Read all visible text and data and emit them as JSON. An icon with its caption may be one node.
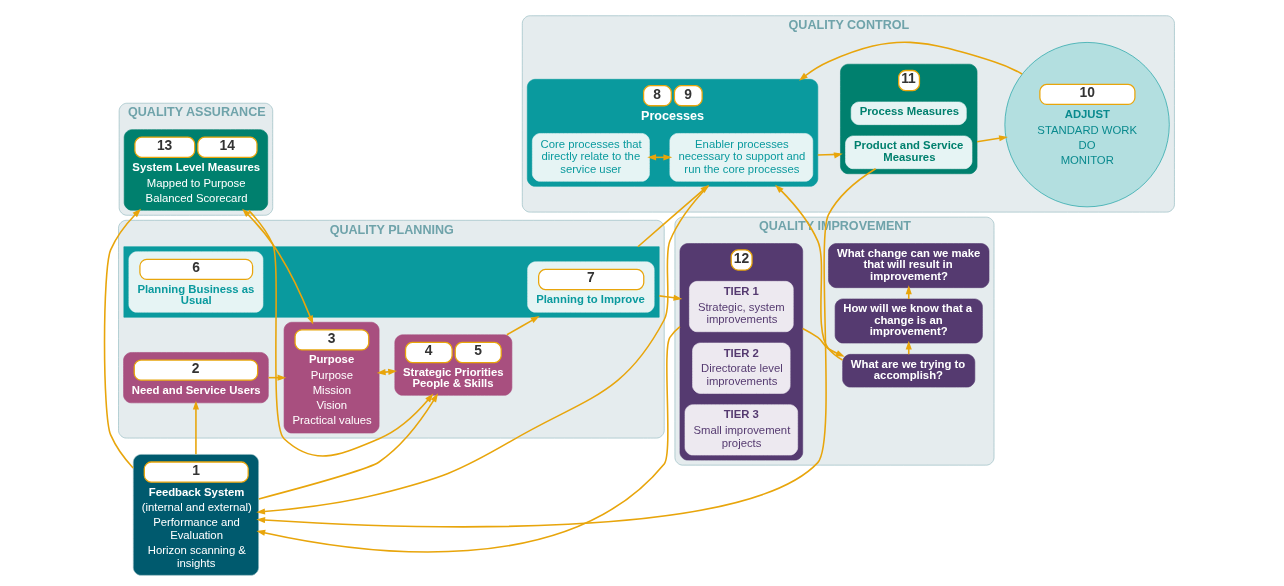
{
  "diagram": {
    "nodes": [
      {
        "text": [
          "QUALITY ASSURANCE"
        ]
      },
      {
        "text": [
          "13",
          "14",
          "System Level Measures",
          "Mapped to Purpose",
          "Balanced Scorecard"
        ],
        "in": 0
      },
      {
        "text": [
          "QUALITY PLANNING"
        ]
      },
      {
        "text": [
          "2",
          "Need and Service Users"
        ],
        "in": 2
      },
      {
        "text": [
          "3",
          "Purpose",
          "Purpose",
          "Mission",
          "Vision",
          "Practical values"
        ],
        "in": 2
      },
      {
        "text": [
          "4",
          "5",
          "Strategic Priorities People & Skills"
        ],
        "in": 2
      },
      {
        "text": [],
        "shape": "box",
        "in": 2
      },
      {
        "text": [
          "6",
          "Planning Business as Usual"
        ],
        "in": 6
      },
      {
        "text": [
          "7",
          "Planning to Improve"
        ],
        "in": 6
      },
      {
        "text": [
          "1",
          "Feedback System",
          "(internal and external)",
          "Performance and Evaluation",
          "Horizon scanning & insights"
        ]
      },
      {
        "text": [
          "QUALITY CONTROL"
        ]
      },
      {
        "text": [
          "8",
          "9",
          "Processes"
        ],
        "in": 10
      },
      {
        "text": [
          "Core processes that directly relate to the service user"
        ],
        "in": 11
      },
      {
        "text": [
          "Enabler processes necessary to support and run the core processes"
        ],
        "in": 11
      },
      {
        "text": [
          "11"
        ],
        "in": 10
      },
      {
        "text": [
          "Process Measures"
        ],
        "in": 14
      },
      {
        "text": [
          "Product and Service Measures"
        ],
        "in": 14
      },
      {
        "text": [
          "10",
          "ADJUST",
          "STANDARD WORK",
          "DO",
          "MONITOR"
        ],
        "in": 10
      },
      {
        "text": [
          "QUALITY IMPROVEMENT"
        ]
      },
      {
        "text": [
          "What are we trying to accomplish?"
        ],
        "in": 18
      },
      {
        "text": [
          "How will we know that a change is an improvement?"
        ],
        "in": 18
      },
      {
        "text": [
          "What change can we make that will result in improvement?"
        ],
        "in": 18
      },
      {
        "text": [
          "12"
        ],
        "in": 18
      },
      {
        "text": [
          "TIER 1",
          "Strategic, system improvements"
        ],
        "in": 22
      },
      {
        "text": [
          "TIER 2",
          "Directorate level improvements"
        ],
        "in": 22
      },
      {
        "text": [
          "TIER 3",
          "Small improvement projects"
        ],
        "in": 22
      }
    ],
    "edges": [
      {
        "from": 1,
        "to": 5,
        "arrow": "to"
      },
      {
        "from": 3,
        "to": 4,
        "arrow": "to"
      },
      {
        "from": 9,
        "to": 3,
        "arrow": "to"
      },
      {
        "from": 9,
        "to": 5,
        "arrow": "to"
      },
      {
        "from": 4,
        "to": 5,
        "arrow": "both"
      },
      {
        "from": 1,
        "to": 4,
        "arrow": "both"
      },
      {
        "from": 9,
        "to": 1,
        "arrow": "to"
      },
      {
        "from": 5,
        "to": 6,
        "arrow": "to"
      },
      {
        "from": 6,
        "to": 22,
        "arrow": "to"
      },
      {
        "from": 6,
        "to": 11,
        "arrow": "to"
      },
      {
        "from": 22,
        "to": 9,
        "arrow": "to"
      },
      {
        "from": 11,
        "to": 9,
        "arrow": "to"
      },
      {
        "from": 16,
        "to": 9,
        "arrow": "to"
      },
      {
        "from": 12,
        "to": 13,
        "arrow": "both"
      },
      {
        "from": 11,
        "to": 14,
        "arrow": "to"
      },
      {
        "from": 14,
        "to": 17,
        "arrow": "to"
      },
      {
        "from": 17,
        "to": 11,
        "arrow": "to"
      },
      {
        "from": 22,
        "to": 19,
        "arrow": "to"
      },
      {
        "from": 19,
        "to": 11,
        "arrow": "to"
      },
      {
        "from": 19,
        "to": 20,
        "arrow": "to"
      },
      {
        "from": 20,
        "to": 21,
        "arrow": "to"
      }
    ]
  }
}
